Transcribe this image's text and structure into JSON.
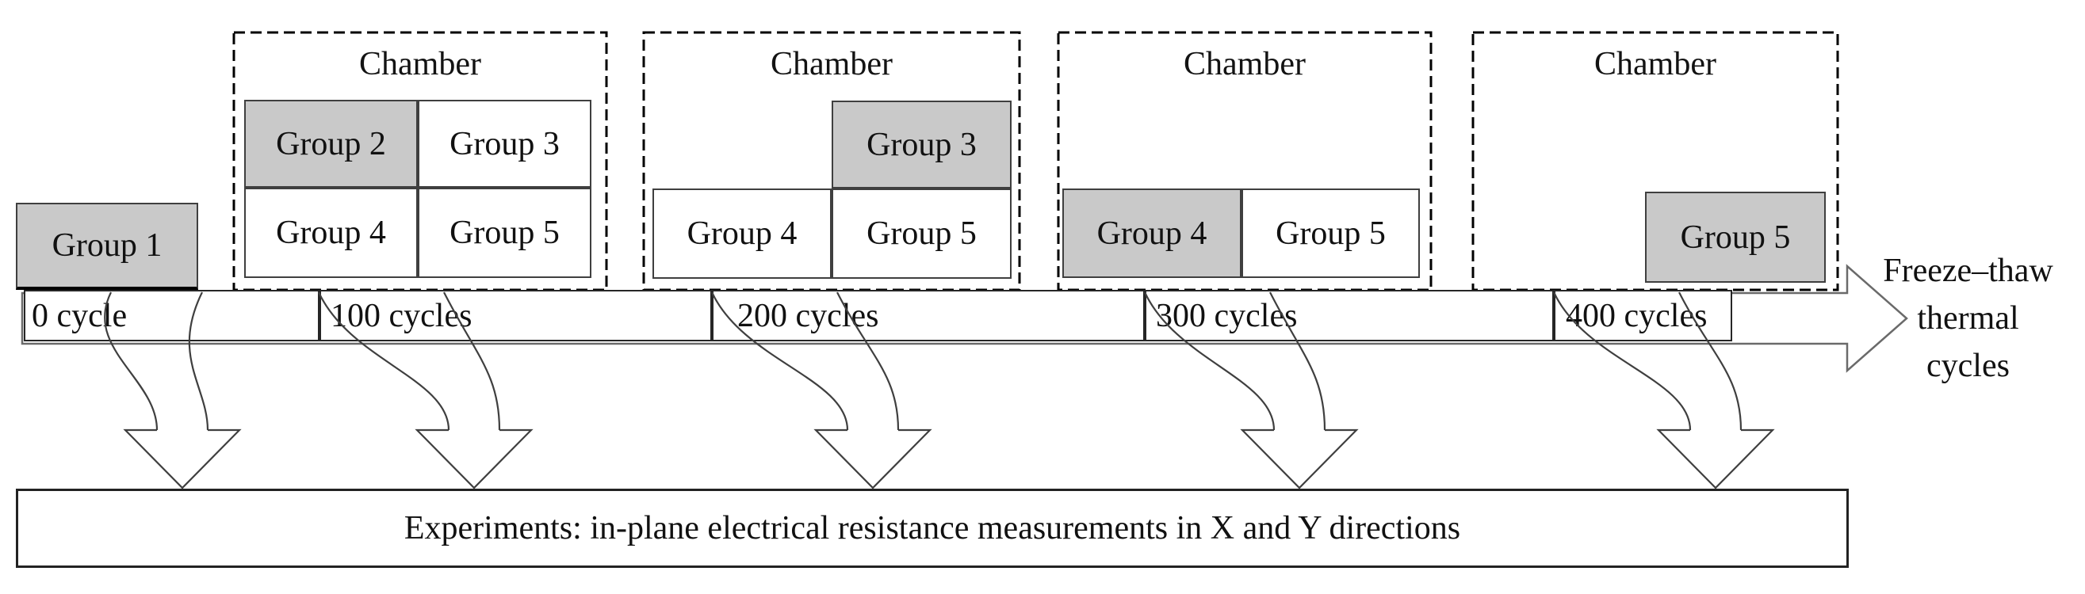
{
  "figure": {
    "group1_label": "Group 1",
    "chambers": [
      {
        "title": "Chamber",
        "groups": [
          {
            "label": "Group 2",
            "shaded": true
          },
          {
            "label": "Group 3",
            "shaded": false
          },
          {
            "label": "Group 4",
            "shaded": false
          },
          {
            "label": "Group 5",
            "shaded": false
          }
        ]
      },
      {
        "title": "Chamber",
        "groups": [
          {
            "label": "Group 3",
            "shaded": true
          },
          {
            "label": "Group 4",
            "shaded": false
          },
          {
            "label": "Group 5",
            "shaded": false
          }
        ]
      },
      {
        "title": "Chamber",
        "groups": [
          {
            "label": "Group 4",
            "shaded": true
          },
          {
            "label": "Group 5",
            "shaded": false
          }
        ]
      },
      {
        "title": "Chamber",
        "groups": [
          {
            "label": "Group 5",
            "shaded": true
          }
        ]
      }
    ],
    "timeline": {
      "tick_labels": [
        "0 cycle",
        "100 cycles",
        "200 cycles",
        "300 cycles",
        "400 cycles"
      ],
      "axis_label_lines": [
        "Freeze–thaw",
        "thermal",
        "cycles"
      ]
    },
    "experiments_label": "Experiments: in-plane electrical resistance measurements in X and Y directions",
    "colors": {
      "shaded_fill": "#c9c9c9",
      "box_border": "#3f3f3f",
      "dashed_border": "#000000",
      "timeline_outline": "#6a6a6a",
      "flow_arrow_outline": "#3f3f3f",
      "text": "#111111"
    }
  }
}
